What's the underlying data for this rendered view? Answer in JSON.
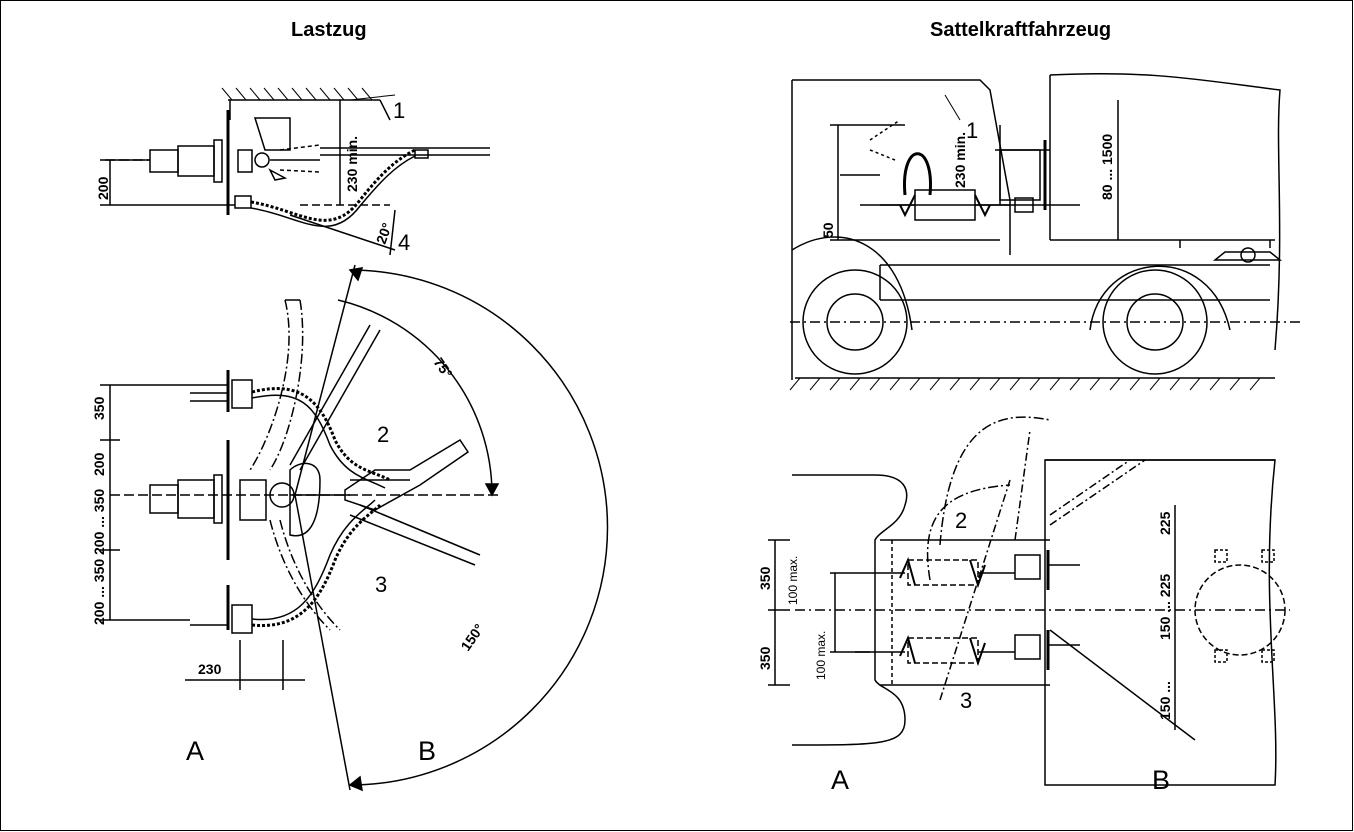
{
  "titles": {
    "left": "Lastzug",
    "right": "Sattelkraftfahrzeug"
  },
  "panel_labels": {
    "left_a": "A",
    "left_b": "B",
    "right_a": "A",
    "right_b": "B"
  },
  "callouts": {
    "lt_1": "1",
    "lt_4": "4",
    "lb_2": "2",
    "lb_3": "3",
    "rt_1": "1",
    "rb_2": "2",
    "rb_3": "3"
  },
  "dimensions": {
    "lt_200": "200",
    "lt_230min": "230 min.",
    "lt_20deg": "20°",
    "lb_350a": "350",
    "lb_200a": "200",
    "lb_range_a": "200 ... 350",
    "lb_range_b": "200 ... 350",
    "lb_230": "230",
    "lb_75deg": "75°",
    "lb_150deg": "150°",
    "rt_230min": "230 min.",
    "rt_80_1500": "80 ... 1500",
    "rt_50": "50",
    "rb_350a": "350",
    "rb_350b": "350",
    "rb_100max_a": "100 max.",
    "rb_100max_b": "100 max.",
    "rb_225a": "225",
    "rb_150_225": "150 ... 225",
    "rb_150": "150",
    "rb_225b": "225",
    "rb_150b": "150 ..."
  },
  "colors": {
    "ink": "#000000",
    "background": "#ffffff"
  }
}
